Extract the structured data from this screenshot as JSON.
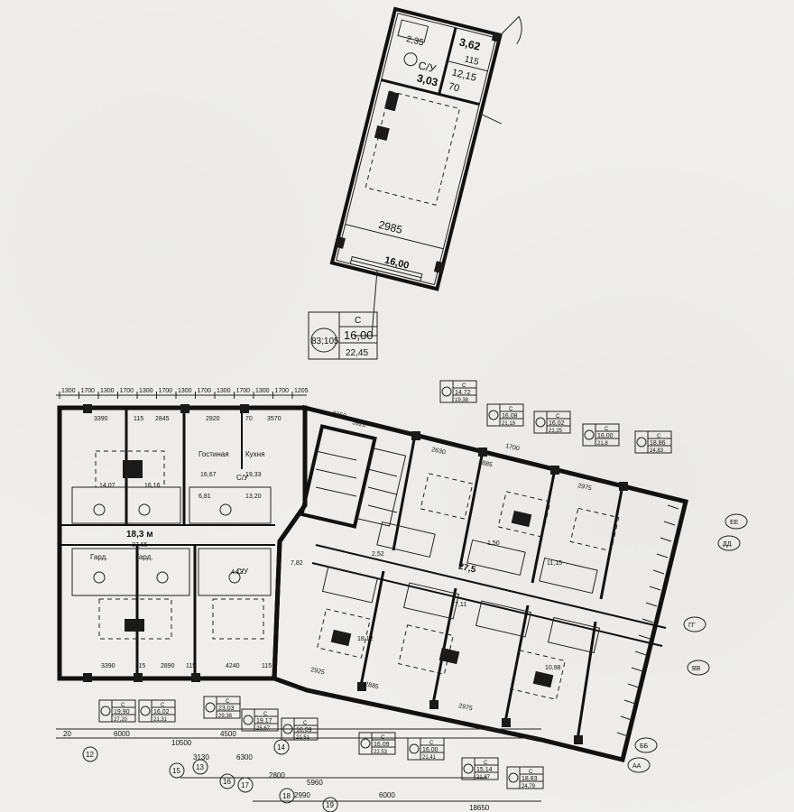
{
  "unit_detail": {
    "bath_area": "3,62",
    "dim_115": "115",
    "dim_1215": "12,15",
    "dim_70": "70",
    "wc_label": "С/У",
    "wc_area": "3,03",
    "hall_area": "2,35",
    "room_width": "2985",
    "room_area": "16,00"
  },
  "unit_callout": {
    "id": "83;105",
    "type": "С",
    "living_area": "16,00",
    "total_area": "22,45"
  },
  "floor_plan": {
    "room_labels": [
      "Гостиная",
      "Кухня",
      "Гард.",
      "Гард.",
      "С/У",
      "С/У"
    ],
    "corridor_areas": [
      "18,3 м",
      "27,5",
      "37,65"
    ],
    "top_dims": [
      "1300",
      "1700",
      "1300",
      "1700",
      "1300",
      "1700",
      "1300",
      "1700",
      "1300",
      "1700",
      "1300",
      "1700",
      "1205"
    ],
    "row_dims": [
      "3390",
      "115",
      "2845",
      "2920",
      "70",
      "3570"
    ],
    "bottom_dims": [
      "3390",
      "115",
      "2890",
      "115",
      "4240",
      "115"
    ],
    "overall_dims": [
      "20",
      "6000",
      "10500",
      "4500",
      "3130",
      "6300",
      "2800",
      "5960",
      "2990",
      "6000",
      "18650"
    ],
    "diag_dims": [
      "3350",
      "5920",
      "2630",
      "2885",
      "1700",
      "2975",
      "2925",
      "2885",
      "2975"
    ],
    "unit_tags_top": [
      {
        "type": "С",
        "living": "14,72",
        "total": "19,38"
      },
      {
        "type": "С",
        "living": "16,08",
        "total": "21,19"
      },
      {
        "type": "С",
        "living": "16,02",
        "total": "21,25"
      },
      {
        "type": "С",
        "living": "16,00",
        "total": "21,8"
      },
      {
        "type": "С",
        "living": "18,86",
        "total": "24,83"
      }
    ],
    "unit_tags_bottom": [
      {
        "type": "С",
        "living": "19,90",
        "total": "27,20"
      },
      {
        "type": "С",
        "living": "16,02",
        "total": "21,31"
      },
      {
        "type": "С",
        "living": "23,03",
        "total": "29,38"
      },
      {
        "type": "С",
        "living": "19,17",
        "total": "25,67"
      },
      {
        "type": "С",
        "living": "16,09",
        "total": "21,51"
      },
      {
        "type": "С",
        "living": "16,09",
        "total": "22,53"
      },
      {
        "type": "С",
        "living": "16,00",
        "total": "21,41"
      },
      {
        "type": "С",
        "living": "15,14",
        "total": "21,87"
      },
      {
        "type": "С",
        "living": "18,83",
        "total": "24,79"
      }
    ],
    "grid_axes_numbers": [
      "12",
      "13",
      "14",
      "15",
      "16",
      "17",
      "18",
      "19"
    ],
    "grid_axes_letters": [
      "ЕЕ",
      "ДД",
      "ГГ",
      "ВВ",
      "ББ",
      "АА"
    ],
    "misc_areas": [
      "16,67",
      "19,33",
      "14,07",
      "16,16",
      "6,81",
      "13,20",
      "4,13",
      "7,82",
      "2,52",
      "7,11",
      "1,50",
      "11,15",
      "18,12",
      "10,98"
    ]
  }
}
